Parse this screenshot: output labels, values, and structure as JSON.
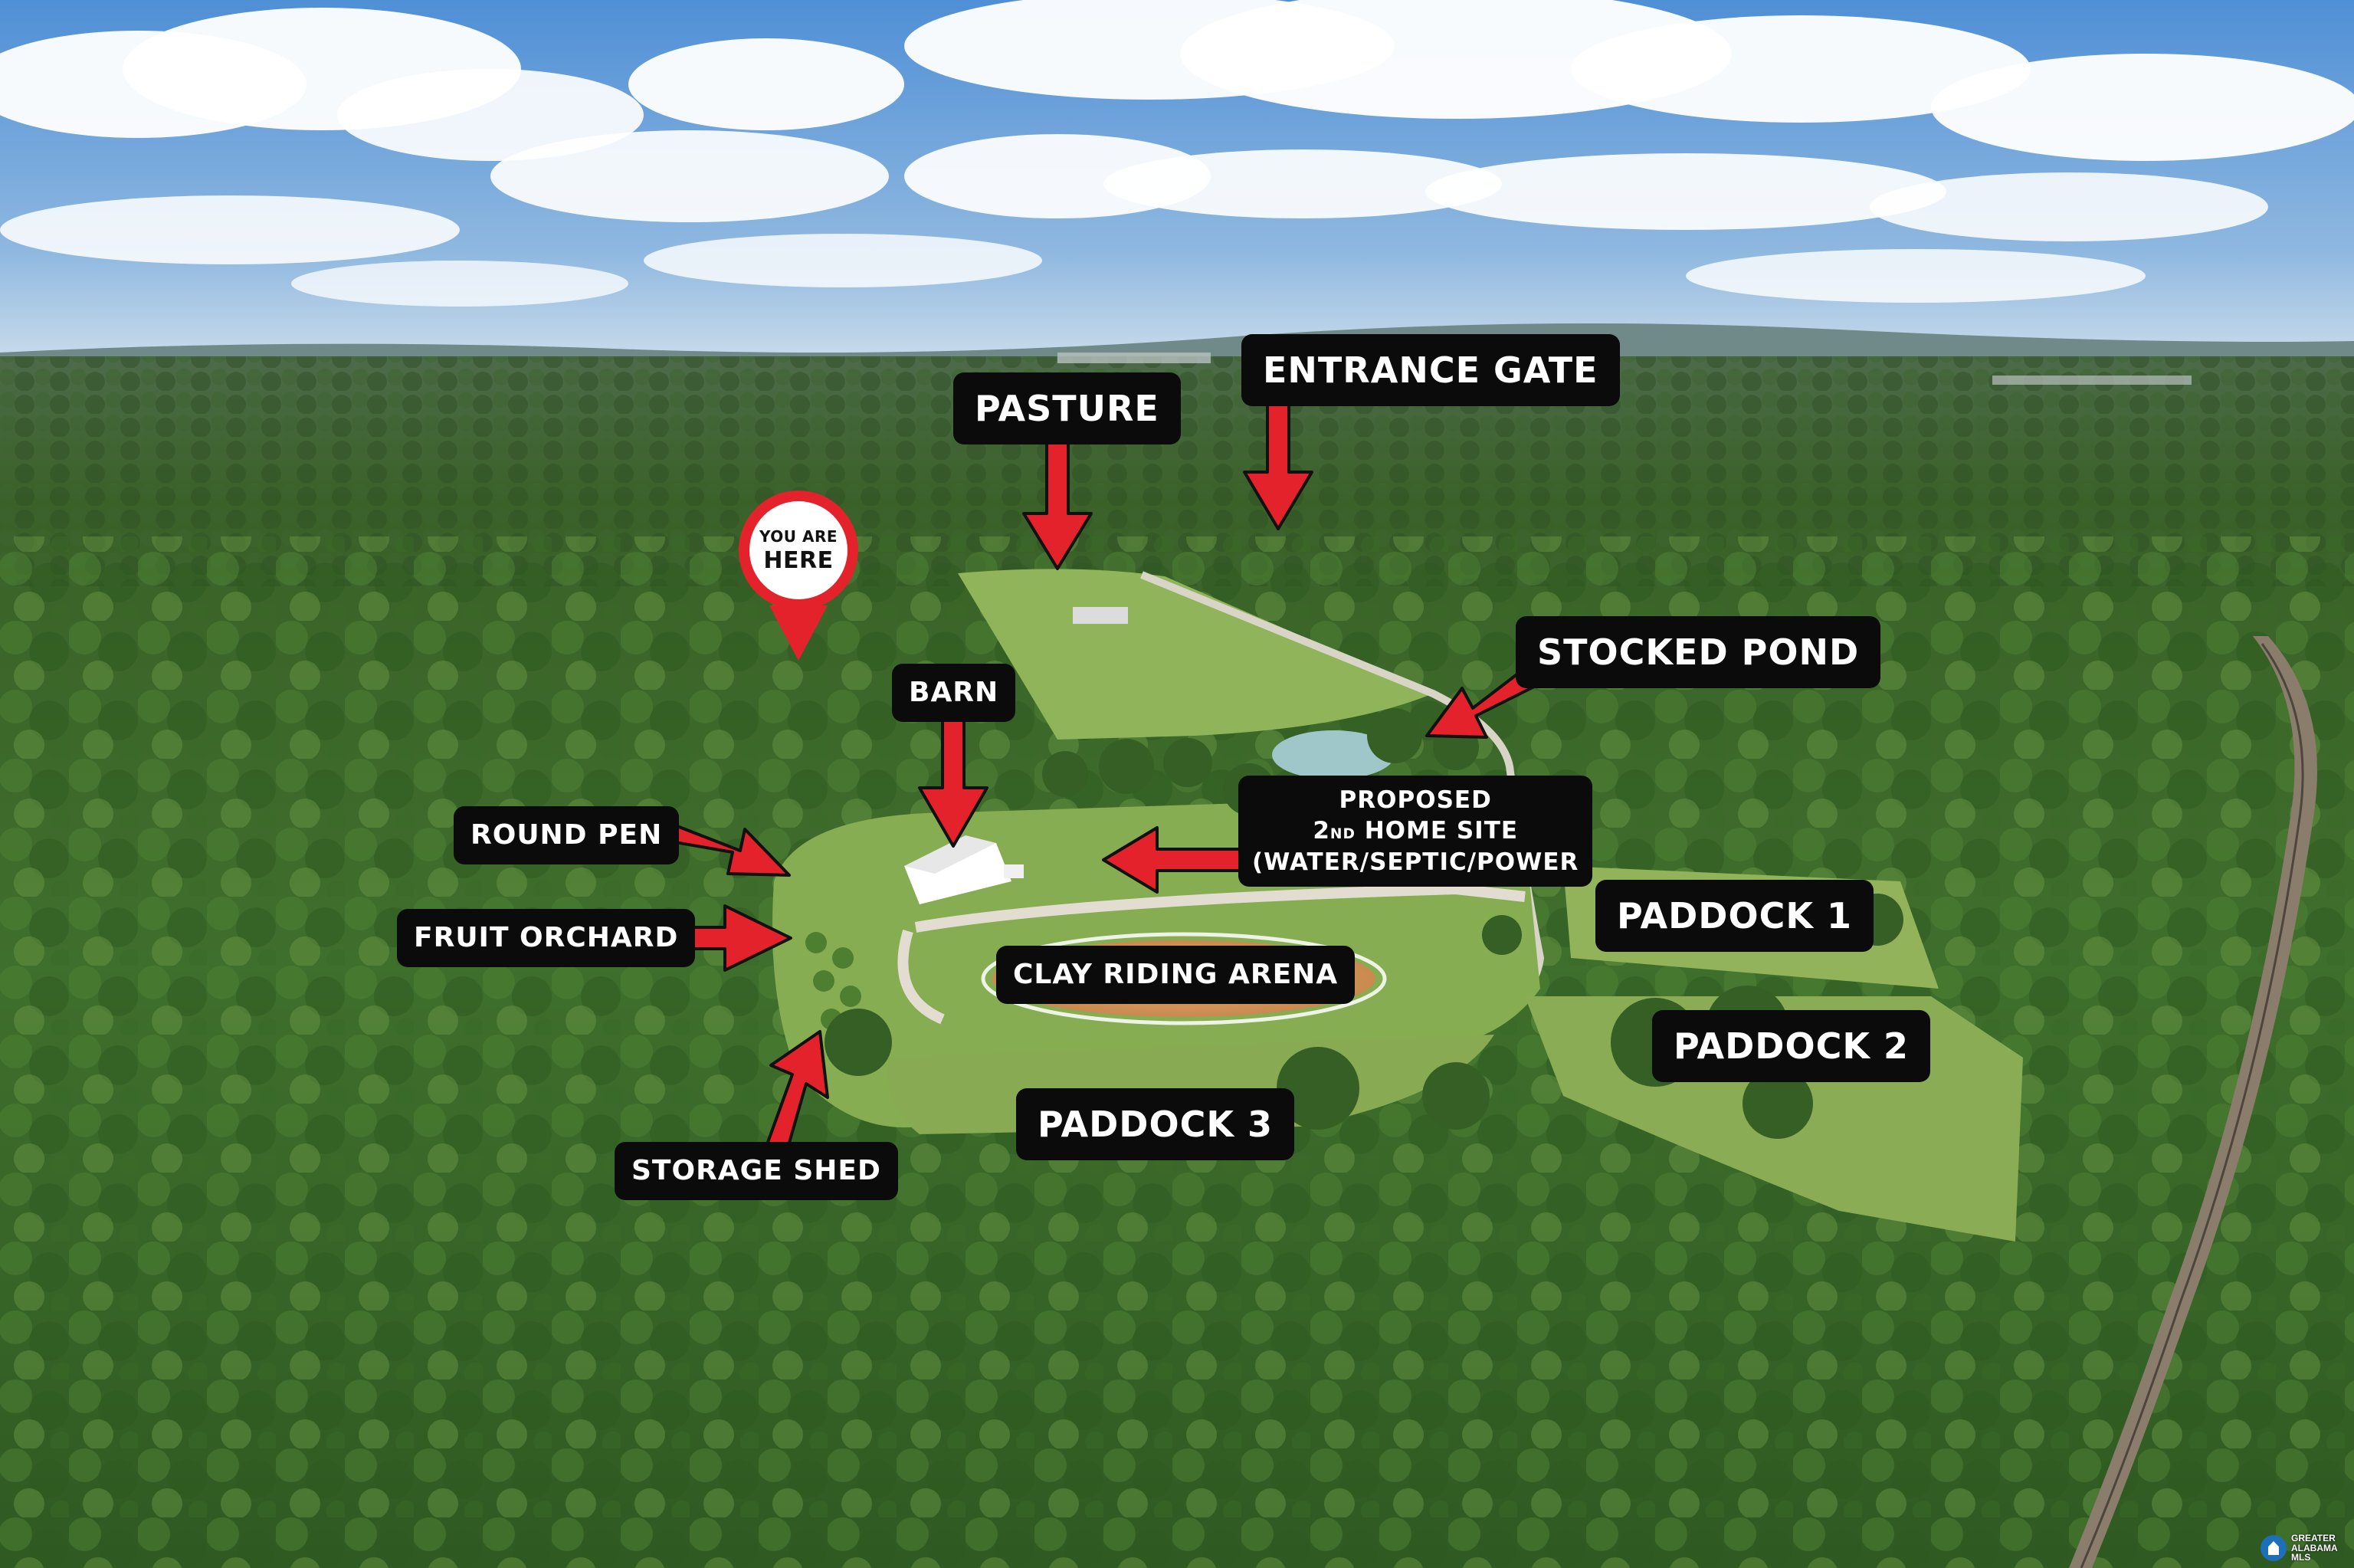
{
  "colors": {
    "sky_top": "#4f8fd6",
    "sky_horizon": "#b9d4ea",
    "forest_dark": "#2f5a22",
    "forest_mid": "#3f6f2c",
    "forest_light": "#5a8a3a",
    "grass": "#8fb45a",
    "clay": "#d79a5c",
    "label_bg": "#0b0b0b",
    "label_text": "#ffffff",
    "arrow_red": "#e3222b",
    "pond": "#9fc7c9"
  },
  "marker": {
    "line1": "YOU ARE",
    "line2": "HERE",
    "icon": "location-pin-icon"
  },
  "labels": {
    "pasture": "PASTURE",
    "entrance_gate": "ENTRANCE GATE",
    "stocked_pond": "STOCKED POND",
    "barn": "BARN",
    "round_pen": "ROUND PEN",
    "fruit_orchard": "FRUIT ORCHARD",
    "home_site_line1": "PROPOSED",
    "home_site_line2_num": "2",
    "home_site_line2_sup": "ND",
    "home_site_line2_rest": " HOME SITE",
    "home_site_line3": "(WATER/SEPTIC/POWER",
    "clay_arena": "CLAY RIDING  ARENA",
    "paddock_1": "PADDOCK 1",
    "paddock_2": "PADDOCK 2",
    "paddock_3": "PADDOCK 3",
    "storage_shed": "STORAGE SHED"
  },
  "watermark": {
    "line1": "GREATER",
    "line2": "ALABAMA",
    "line3": "MLS"
  }
}
